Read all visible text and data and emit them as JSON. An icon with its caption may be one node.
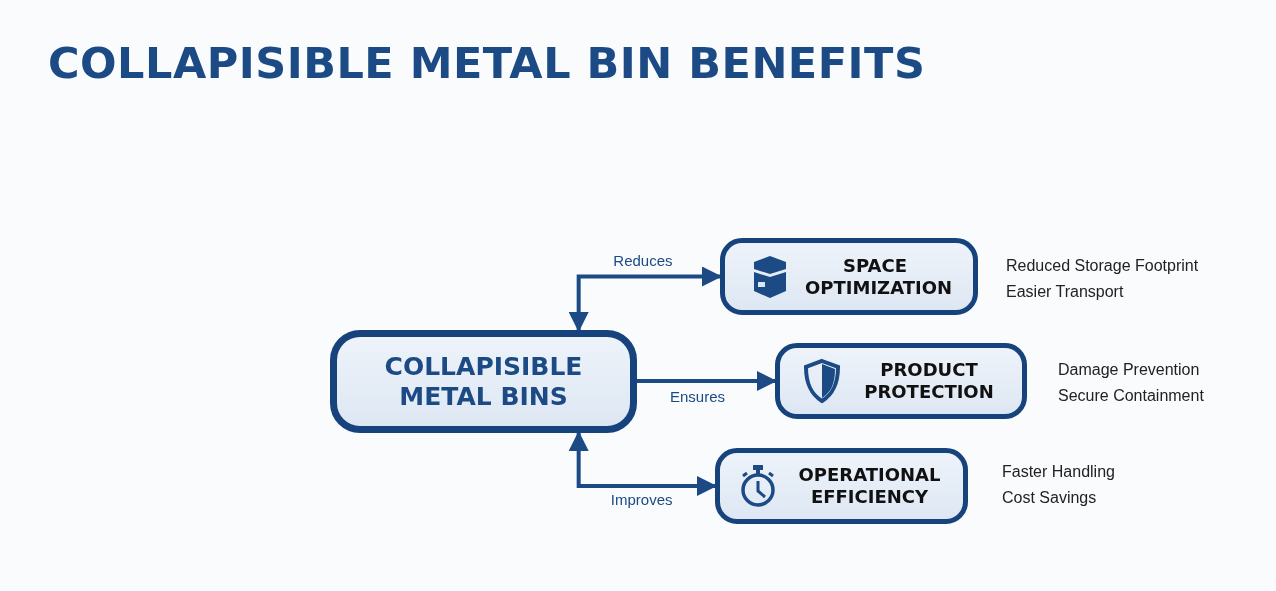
{
  "diagram": {
    "title": "COLLAPISIBLE METAL BIN BENEFITS",
    "nodes": [
      {
        "text": [
          "COLLAPISIBLE METAL BINS"
        ]
      },
      {
        "text": [
          "SPACE OPTIMIZATION"
        ],
        "beside": [
          "Reduced Storage Footprint",
          "Easier Transport"
        ]
      },
      {
        "text": [
          "PRODUCT PROTECTION"
        ],
        "beside": [
          "Damage Prevention",
          "Secure Containment"
        ]
      },
      {
        "text": [
          "OPERATIONAL EFFICIENCY"
        ],
        "beside": [
          "Faster Handling",
          "Cost Savings"
        ]
      }
    ],
    "edges": [
      {
        "from": 0,
        "to": 1,
        "arrow": "both",
        "label": "Reduces"
      },
      {
        "from": 0,
        "to": 2,
        "arrow": "to",
        "label": "Ensures"
      },
      {
        "from": 0,
        "to": 3,
        "arrow": "both",
        "label": "Improves"
      }
    ]
  }
}
